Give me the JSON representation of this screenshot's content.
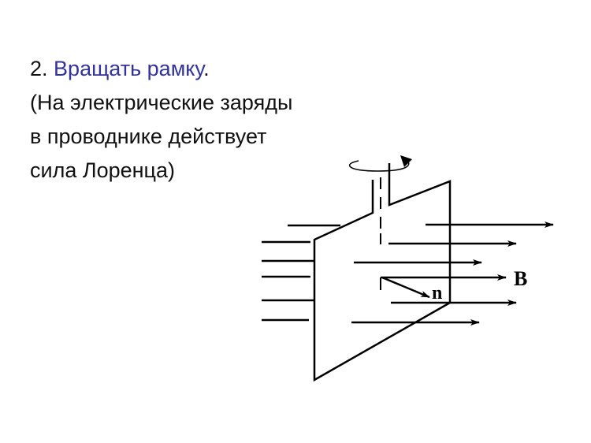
{
  "slide": {
    "number": "2.",
    "heading": "Вращать рамку",
    "heading_end": ".",
    "lines": [
      "(На электрические заряды",
      "в проводнике действует",
      "сила Лоренца)"
    ],
    "accent_color": "#333399"
  },
  "diagram": {
    "labels": {
      "field": "B",
      "normal": "n"
    },
    "line_color": "#000000"
  }
}
